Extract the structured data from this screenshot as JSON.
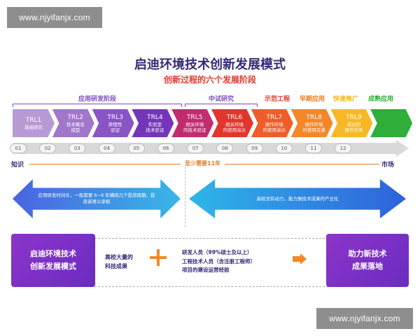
{
  "watermark": {
    "text": "www.njyifanjx.com"
  },
  "title": "启迪环境技术创新发展模式",
  "subtitle": "创新过程的六个发展阶段",
  "phases": [
    {
      "label": "应用研发阶段",
      "color": "#7a4bbf"
    },
    {
      "label": "中试研究",
      "color": "#7a4bbf"
    },
    {
      "label": "示范工程",
      "color": "#e2362c"
    },
    {
      "label": "早期应用",
      "color": "#f07d1d"
    },
    {
      "label": "快速推广",
      "color": "#f2b71a"
    },
    {
      "label": "成熟应用",
      "color": "#2fae3a"
    }
  ],
  "trl_steps": [
    {
      "trl": "TRL1",
      "desc_lines": [
        "基础研究"
      ],
      "color": "#b79ad3"
    },
    {
      "trl": "TRL2",
      "desc_lines": [
        "技术概念",
        "成型"
      ],
      "color": "#a077ca"
    },
    {
      "trl": "TRL3",
      "desc_lines": [
        "原理性",
        "验证"
      ],
      "color": "#8a54c4"
    },
    {
      "trl": "TRL4",
      "desc_lines": [
        "实验室",
        "技术验证"
      ],
      "color": "#7535b8"
    },
    {
      "trl": "TRL5",
      "desc_lines": [
        "相关环境",
        "的技术验证"
      ],
      "color": "#c12c6f"
    },
    {
      "trl": "TRL6",
      "desc_lines": [
        "相关环境",
        "的使用演示"
      ],
      "color": "#e2362c"
    },
    {
      "trl": "TRL7",
      "desc_lines": [
        "操作环境",
        "的使用演示"
      ],
      "color": "#ef5d2a"
    },
    {
      "trl": "TRL8",
      "desc_lines": [
        "操作环境",
        "的使用完善"
      ],
      "color": "#f3872a"
    },
    {
      "trl": "TRL9",
      "desc_lines": [
        "成功的",
        "操作任务"
      ],
      "color": "#f8b826"
    },
    {
      "trl": "",
      "desc_lines": [],
      "color": "#2fae3a"
    }
  ],
  "timeline": {
    "ticks": [
      "01",
      "02",
      "03",
      "04",
      "05",
      "06",
      "07",
      "08",
      "09",
      "10",
      "11",
      "12"
    ]
  },
  "axis": {
    "left_label": "知识",
    "right_label": "市场",
    "duration_label": "至少需要11年"
  },
  "arrows": {
    "left_text": "应用研发时间长，一般需要 6~8 年横跨几个投资周期，投资者难以承担",
    "right_text": "高校没有动力，能力做技术成果的产业化"
  },
  "bottom": {
    "left_box_lines": [
      "启迪环境技术",
      "创新发展模式"
    ],
    "resource_lines": [
      "高校大量的",
      "科技成果"
    ],
    "staff_lines": [
      "研发人员（99%硕士及以上）",
      "工程技术人员（含注册工程师）",
      "项目的建设运营经验"
    ],
    "right_box_lines": [
      "助力新技术",
      "成果落地"
    ]
  }
}
